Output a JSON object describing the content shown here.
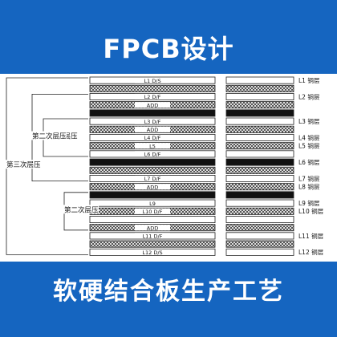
{
  "header": {
    "title": "FPCB设计"
  },
  "footer": {
    "caption": "软硬结合板生产工艺"
  },
  "diagram": {
    "pattern_colors": {
      "hatch": "#333333",
      "solid": "#111111",
      "line": "#222222",
      "background": "#ffffff"
    },
    "rows": [
      {
        "center_label": "L1 D/S",
        "right_label": "L1 铜层",
        "style": "plain"
      },
      {
        "center_label": "",
        "right_label": "",
        "style": "hatch"
      },
      {
        "center_label": "L2 D/F",
        "right_label": "L2 铜层",
        "style": "plain"
      },
      {
        "center_label": "ADD",
        "right_label": "",
        "style": "hatch"
      },
      {
        "center_label": "",
        "right_label": "",
        "style": "solid"
      },
      {
        "center_label": "L3 D/F",
        "right_label": "L3 铜层",
        "style": "plain"
      },
      {
        "center_label": "ADD",
        "right_label": "",
        "style": "hatch"
      },
      {
        "center_label": "L4 D/F",
        "right_label": "L4 铜层",
        "style": "plain"
      },
      {
        "center_label": "L5",
        "right_label": "L5 铜层",
        "style": "hatch"
      },
      {
        "center_label": "L6 D/F",
        "right_label": "",
        "style": "plain"
      },
      {
        "center_label": "",
        "right_label": "L6 铜层",
        "style": "solid"
      },
      {
        "center_label": "",
        "right_label": "",
        "style": "hatch"
      },
      {
        "center_label": "L7 D/F",
        "right_label": "L7 铜层",
        "style": "plain"
      },
      {
        "center_label": "ADD",
        "right_label": "L8 铜层",
        "style": "hatch"
      },
      {
        "center_label": "",
        "right_label": "",
        "style": "solid"
      },
      {
        "center_label": "L9",
        "right_label": "L9 铜层",
        "style": "plain"
      },
      {
        "center_label": "L10 D/F",
        "right_label": "L10 铜层",
        "style": "hatch"
      },
      {
        "center_label": "",
        "right_label": "",
        "style": "plain"
      },
      {
        "center_label": "ADD",
        "right_label": "",
        "style": "hatch"
      },
      {
        "center_label": "L11 D/F",
        "right_label": "L11 铜层",
        "style": "plain"
      },
      {
        "center_label": "",
        "right_label": "",
        "style": "hatch"
      },
      {
        "center_label": "L12 D/S",
        "right_label": "L12 铜层",
        "style": "plain"
      }
    ],
    "brackets": [
      {
        "label": "第一次层压"
      },
      {
        "label": "第二次层压"
      },
      {
        "label": "第三次层压"
      },
      {
        "label": "第二次层压"
      }
    ]
  }
}
